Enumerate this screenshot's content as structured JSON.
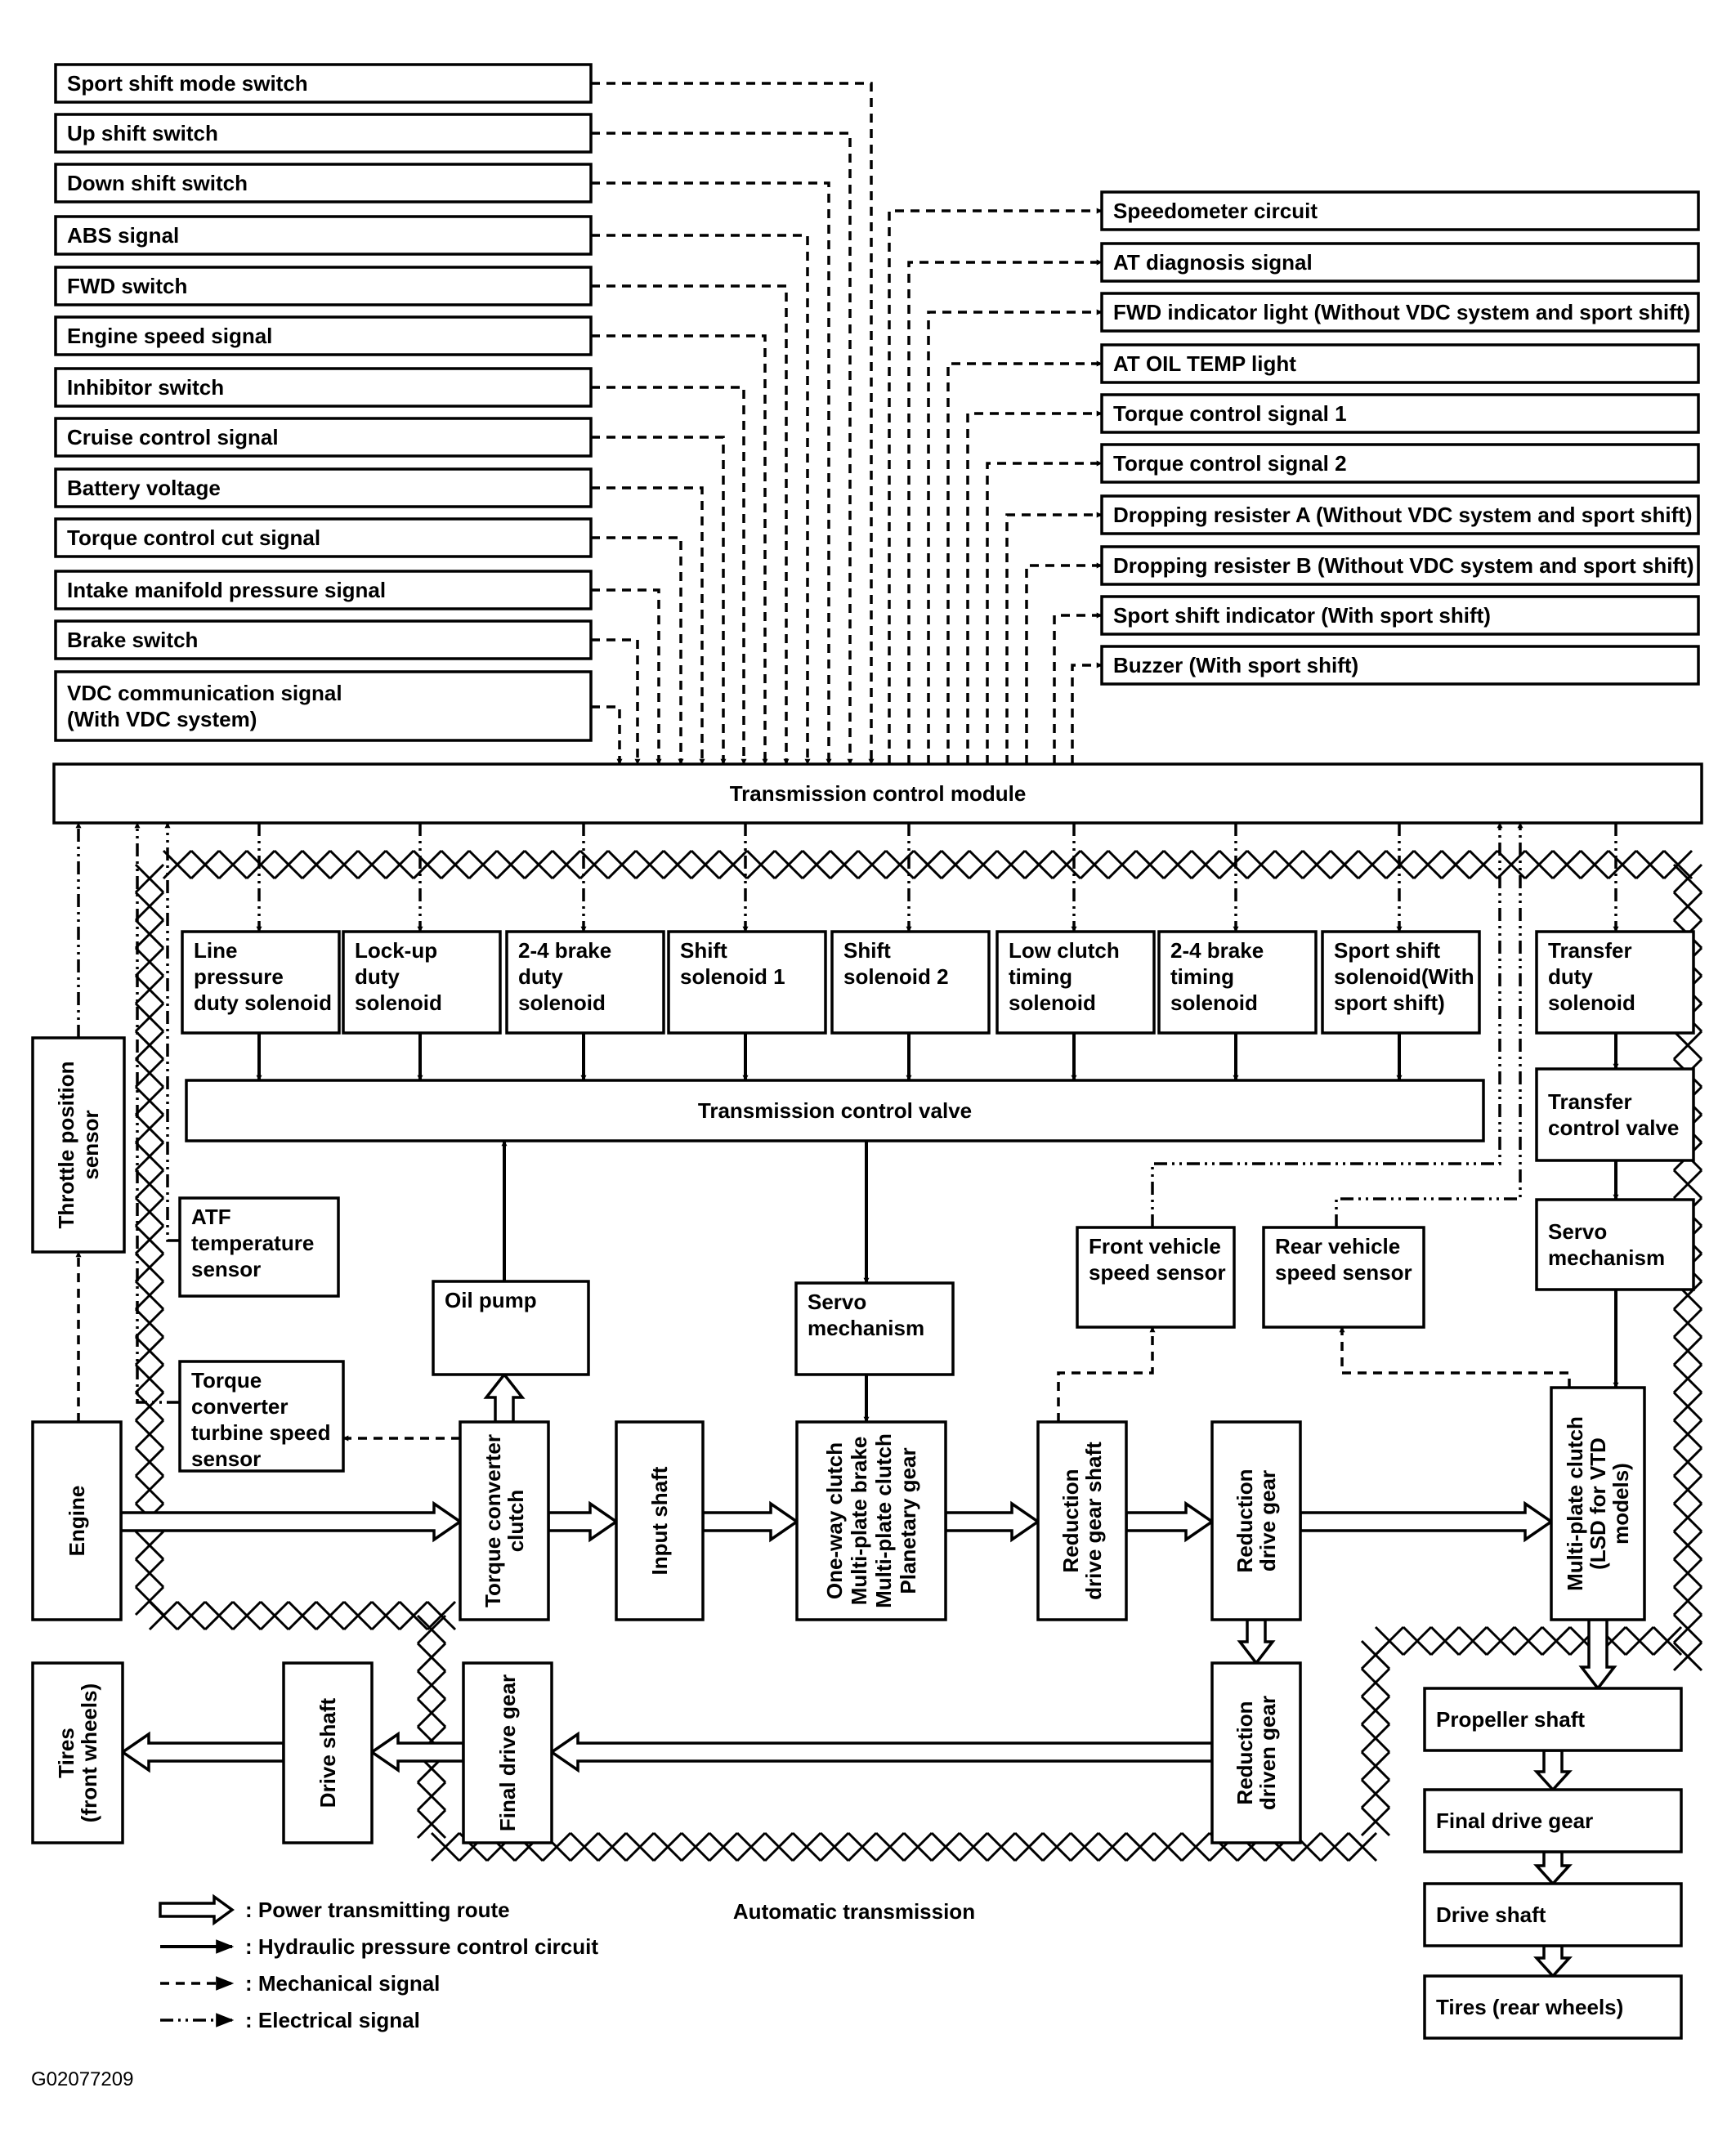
{
  "inputs": [
    {
      "id": "sport-shift-mode-switch",
      "lines": [
        "Sport shift mode switch"
      ]
    },
    {
      "id": "up-shift-switch",
      "lines": [
        "Up shift switch"
      ]
    },
    {
      "id": "down-shift-switch",
      "lines": [
        "Down shift switch"
      ]
    },
    {
      "id": "abs-signal",
      "lines": [
        "ABS signal"
      ]
    },
    {
      "id": "fwd-switch",
      "lines": [
        "FWD switch"
      ]
    },
    {
      "id": "engine-speed-signal",
      "lines": [
        "Engine speed signal"
      ]
    },
    {
      "id": "inhibitor-switch",
      "lines": [
        "Inhibitor switch"
      ]
    },
    {
      "id": "cruise-control-signal",
      "lines": [
        "Cruise control signal"
      ]
    },
    {
      "id": "battery-voltage",
      "lines": [
        "Battery voltage"
      ]
    },
    {
      "id": "torque-control-cut-signal",
      "lines": [
        "Torque control cut signal"
      ]
    },
    {
      "id": "intake-manifold-pressure-signal",
      "lines": [
        "Intake manifold pressure signal"
      ]
    },
    {
      "id": "brake-switch",
      "lines": [
        "Brake switch"
      ]
    },
    {
      "id": "vdc-communication-signal",
      "lines": [
        "VDC communication signal",
        "(With VDC system)"
      ]
    }
  ],
  "outputs": [
    {
      "id": "speedometer-circuit",
      "lines": [
        "Speedometer circuit"
      ]
    },
    {
      "id": "at-diagnosis-signal",
      "lines": [
        "AT diagnosis signal"
      ]
    },
    {
      "id": "fwd-indicator-light",
      "lines": [
        "FWD indicator light (Without VDC system and sport shift)"
      ]
    },
    {
      "id": "at-oil-temp-light",
      "lines": [
        "AT OIL TEMP light"
      ]
    },
    {
      "id": "torque-control-signal-1",
      "lines": [
        "Torque control signal 1"
      ]
    },
    {
      "id": "torque-control-signal-2",
      "lines": [
        "Torque control signal 2"
      ]
    },
    {
      "id": "dropping-resister-a",
      "lines": [
        "Dropping resister A (Without VDC system and sport shift)"
      ]
    },
    {
      "id": "dropping-resister-b",
      "lines": [
        "Dropping resister B (Without VDC system and sport shift)"
      ]
    },
    {
      "id": "sport-shift-indicator",
      "lines": [
        "Sport shift indicator (With sport shift)"
      ]
    },
    {
      "id": "buzzer",
      "lines": [
        "Buzzer (With sport shift)"
      ]
    }
  ],
  "tcm": {
    "lines": [
      "Transmission control module"
    ]
  },
  "solenoids": [
    {
      "id": "line-pressure-duty-solenoid",
      "lines": [
        "Line",
        "pressure",
        "duty solenoid"
      ]
    },
    {
      "id": "lock-up-duty-solenoid",
      "lines": [
        "Lock-up",
        "duty",
        "solenoid"
      ]
    },
    {
      "id": "brake-2-4-duty-solenoid",
      "lines": [
        "2-4 brake",
        "duty",
        "solenoid"
      ]
    },
    {
      "id": "shift-solenoid-1",
      "lines": [
        "Shift",
        "solenoid 1"
      ]
    },
    {
      "id": "shift-solenoid-2",
      "lines": [
        "Shift",
        "solenoid 2"
      ]
    },
    {
      "id": "low-clutch-timing-solenoid",
      "lines": [
        "Low clutch",
        "timing",
        "solenoid"
      ]
    },
    {
      "id": "brake-2-4-timing-solenoid",
      "lines": [
        "2-4 brake",
        "timing",
        "solenoid"
      ]
    },
    {
      "id": "sport-shift-solenoid",
      "lines": [
        "Sport shift",
        "solenoid(With",
        "sport shift)"
      ]
    }
  ],
  "components": {
    "transfer_duty_solenoid": {
      "lines": [
        "Transfer",
        "duty",
        "solenoid"
      ]
    },
    "transmission_control_valve": {
      "lines": [
        "Transmission control valve"
      ]
    },
    "transfer_control_valve": {
      "lines": [
        "Transfer",
        "control valve"
      ]
    },
    "servo_mechanism_right": {
      "lines": [
        "Servo",
        "mechanism"
      ]
    },
    "throttle_position_sensor": {
      "lines": [
        "Throttle position",
        "sensor"
      ]
    },
    "atf_temperature_sensor": {
      "lines": [
        "ATF",
        "temperature",
        "sensor"
      ]
    },
    "oil_pump": {
      "lines": [
        "Oil pump"
      ]
    },
    "servo_mechanism": {
      "lines": [
        "Servo",
        "mechanism"
      ]
    },
    "front_vehicle_speed_sensor": {
      "lines": [
        "Front vehicle",
        "speed sensor"
      ]
    },
    "rear_vehicle_speed_sensor": {
      "lines": [
        "Rear vehicle",
        "speed sensor"
      ]
    },
    "torque_converter_turbine_speed_sensor": {
      "lines": [
        "Torque",
        "converter",
        "turbine speed",
        "sensor"
      ]
    },
    "engine": {
      "lines": [
        "Engine"
      ]
    },
    "torque_converter_clutch": {
      "lines": [
        "Torque converter",
        "clutch"
      ]
    },
    "input_shaft": {
      "lines": [
        "Input shaft"
      ]
    },
    "planetary_group": {
      "lines": [
        "One-way clutch",
        "Multi-plate brake",
        "Multi-plate clutch",
        "Planetary gear"
      ]
    },
    "reduction_drive_gear_shaft": {
      "lines": [
        "Reduction",
        "drive gear shaft"
      ]
    },
    "reduction_drive_gear": {
      "lines": [
        "Reduction",
        "drive gear"
      ]
    },
    "multi_plate_clutch_lsd": {
      "lines": [
        "Multi-plate clutch",
        "(LSD for VTD",
        "models)"
      ]
    },
    "tires_front": {
      "lines": [
        "Tires",
        "(front wheels)"
      ]
    },
    "drive_shaft_front": {
      "lines": [
        "Drive shaft"
      ]
    },
    "final_drive_gear_front": {
      "lines": [
        "Final drive gear"
      ]
    },
    "reduction_driven_gear": {
      "lines": [
        "Reduction",
        "driven gear"
      ]
    },
    "propeller_shaft": {
      "lines": [
        "Propeller shaft"
      ]
    },
    "final_drive_gear_rear": {
      "lines": [
        "Final drive gear"
      ]
    },
    "drive_shaft_rear": {
      "lines": [
        "Drive shaft"
      ]
    },
    "tires_rear": {
      "lines": [
        "Tires (rear wheels)"
      ]
    }
  },
  "labels": {
    "automatic_transmission": "Automatic transmission",
    "figure_code": "G02077209"
  },
  "legend": [
    {
      "id": "power-route",
      "style": "power",
      "text": ": Power transmitting route"
    },
    {
      "id": "hydraulic",
      "style": "hydraulic",
      "text": ": Hydraulic pressure control circuit"
    },
    {
      "id": "mechanical",
      "style": "mechanical",
      "text": ": Mechanical signal"
    },
    {
      "id": "electrical",
      "style": "electrical",
      "text": ": Electrical signal"
    }
  ]
}
